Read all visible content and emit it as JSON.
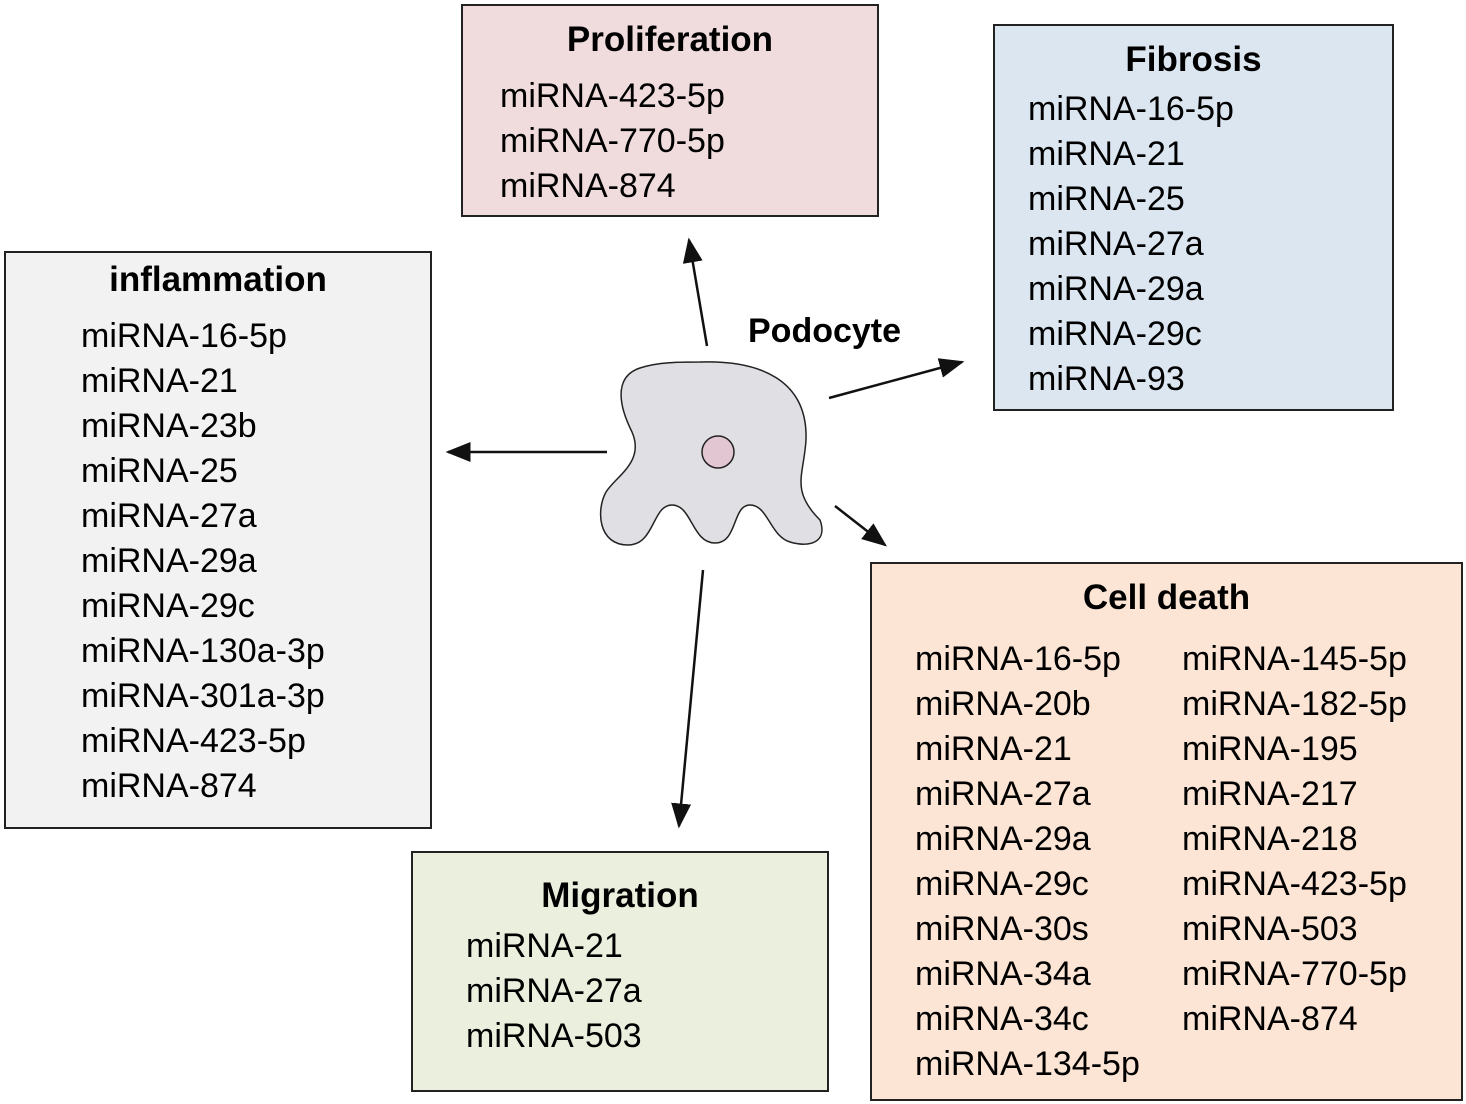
{
  "colors": {
    "proliferation": "#f0dcdd",
    "fibrosis": "#dce6f1",
    "inflammation": "#f2f2f2",
    "migration": "#ebf0de",
    "cell_death": "#fce5d5",
    "cell_body": "#e0dfe4",
    "nucleus": "#e2c7d3",
    "stroke": "#222222"
  },
  "center": {
    "label": "Podocyte"
  },
  "boxes": {
    "proliferation": {
      "title": "Proliferation",
      "items": [
        "miRNA-423-5p",
        "miRNA-770-5p",
        "miRNA-874"
      ]
    },
    "fibrosis": {
      "title": "Fibrosis",
      "items": [
        "miRNA-16-5p",
        "miRNA-21",
        "miRNA-25",
        "miRNA-27a",
        "miRNA-29a",
        "miRNA-29c",
        "miRNA-93"
      ]
    },
    "inflammation": {
      "title": "inflammation",
      "items": [
        "miRNA-16-5p",
        "miRNA-21",
        "miRNA-23b",
        "miRNA-25",
        "miRNA-27a",
        "miRNA-29a",
        "miRNA-29c",
        "miRNA-130a-3p",
        "miRNA-301a-3p",
        "miRNA-423-5p",
        "miRNA-874"
      ]
    },
    "migration": {
      "title": "Migration",
      "items": [
        "miRNA-21",
        "miRNA-27a",
        "miRNA-503"
      ]
    },
    "cell_death": {
      "title": "Cell death",
      "items_left": [
        "miRNA-16-5p",
        "miRNA-20b",
        "miRNA-21",
        "miRNA-27a",
        "miRNA-29a",
        "miRNA-29c",
        "miRNA-30s",
        "miRNA-34a",
        "miRNA-34c",
        "miRNA-134-5p"
      ],
      "items_right": [
        "miRNA-145-5p",
        "miRNA-182-5p",
        "miRNA-195",
        "miRNA-217",
        "miRNA-218",
        "miRNA-423-5p",
        "miRNA-503",
        "miRNA-770-5p",
        "miRNA-874"
      ]
    }
  }
}
